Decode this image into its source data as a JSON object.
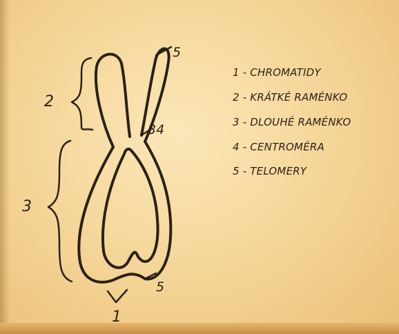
{
  "diagram": {
    "legend": [
      "1 - CHROMATIDY",
      "2 - KRÁTKÉ RAMÉNKO",
      "3 - DLOUHÉ RAMÉNKO",
      "4 - CENTROMÉRA",
      "5 - TELOMERY"
    ],
    "labels": {
      "short_arm": "2",
      "long_arm": "3",
      "centromere": "34",
      "telomere_top": "5",
      "telomere_bottom": "5",
      "chromatids": "1"
    }
  }
}
